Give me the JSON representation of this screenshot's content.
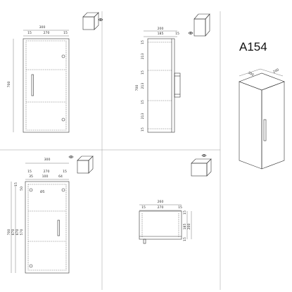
{
  "product_code": "A154",
  "colors": {
    "front_highlight": "#7f7f7f",
    "side_highlight": "#1e73e8",
    "back_highlight": "#c23bd6",
    "bottom_highlight": "#e4641c"
  },
  "views": {
    "front": {
      "width": "300",
      "inner_widths": [
        "15",
        "270",
        "15"
      ],
      "height": "700"
    },
    "side": {
      "width": "200",
      "inner_widths": [
        "185",
        "15"
      ],
      "height": "700",
      "shelf_heights": [
        "213",
        "213",
        "213"
      ],
      "thicknesses": [
        "15",
        "15",
        "15",
        "15"
      ]
    },
    "back": {
      "width": "300",
      "inner_widths": [
        "15",
        "270",
        "15"
      ],
      "inner_widths_2": [
        "35",
        "100",
        "64"
      ],
      "hole_label": "Ø5",
      "heights": [
        "700",
        "670",
        "670",
        "570"
      ],
      "top_offsets": [
        "15",
        "50"
      ]
    },
    "bottom": {
      "width": "260",
      "inner_widths": [
        "15",
        "270",
        "15"
      ],
      "depths": [
        "185",
        "200"
      ],
      "offsets": [
        "15",
        "15"
      ]
    },
    "perspective": {
      "width": "300",
      "depth": "200"
    }
  }
}
